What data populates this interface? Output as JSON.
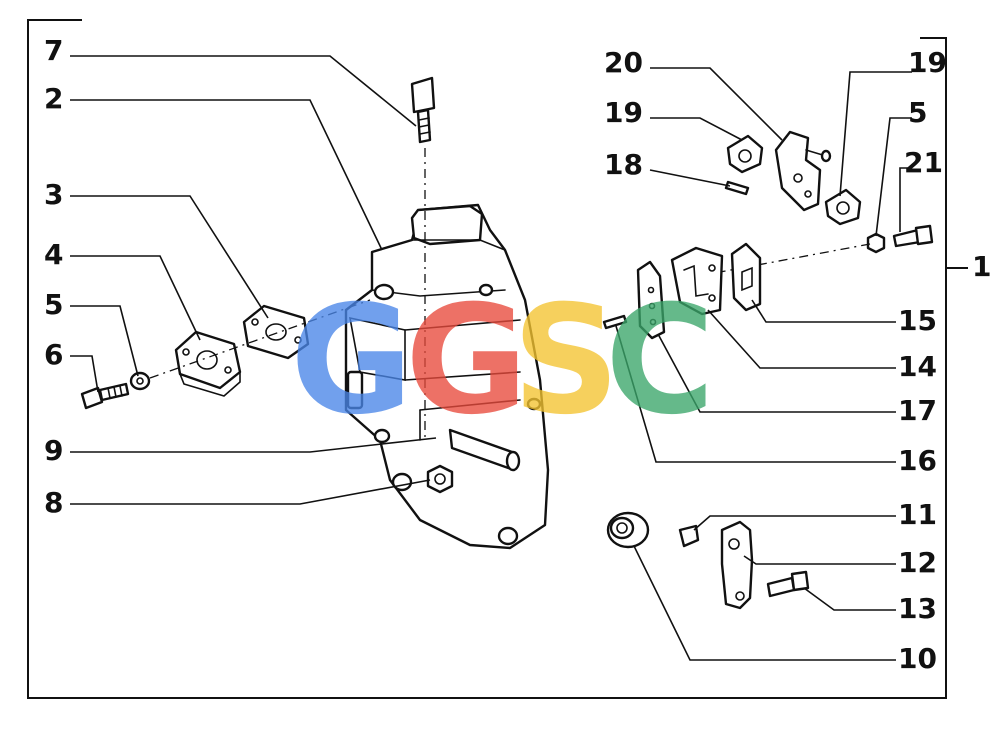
{
  "callouts": {
    "c7": "7",
    "c2": "2",
    "c3": "3",
    "c4": "4",
    "c5_left": "5",
    "c6": "6",
    "c9": "9",
    "c8": "8",
    "c20": "20",
    "c19_left": "19",
    "c18": "18",
    "c19_right": "19",
    "c5_right": "5",
    "c21": "21",
    "c1": "1",
    "c15": "15",
    "c14": "14",
    "c17": "17",
    "c16": "16",
    "c11": "11",
    "c12": "12",
    "c13": "13",
    "c10": "10"
  },
  "watermark": {
    "letters": [
      "G",
      "G",
      "S",
      "C"
    ],
    "colors": [
      "#4a86e8",
      "#e84a3c",
      "#f4c430",
      "#3aa66a"
    ]
  }
}
